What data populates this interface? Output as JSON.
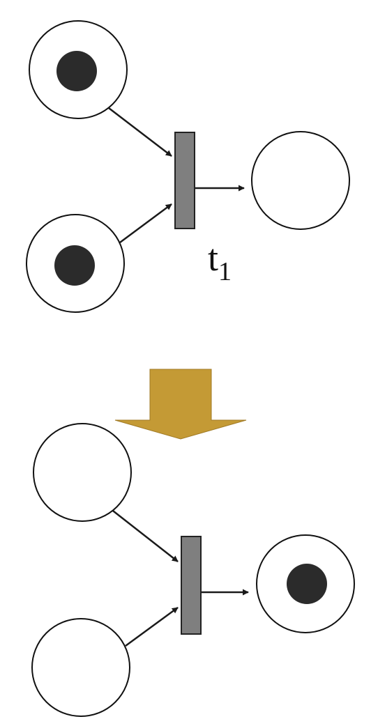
{
  "diagram": {
    "type": "petri-net-firing",
    "before": {
      "places": [
        {
          "id": "p1",
          "tokens": 1
        },
        {
          "id": "p2",
          "tokens": 1
        },
        {
          "id": "p3",
          "tokens": 0
        }
      ],
      "transition": {
        "id": "t1",
        "label": "t",
        "subscript": "1"
      }
    },
    "after": {
      "places": [
        {
          "id": "p1",
          "tokens": 0
        },
        {
          "id": "p2",
          "tokens": 0
        },
        {
          "id": "p3",
          "tokens": 1
        }
      ],
      "transition": {
        "id": "t1"
      }
    },
    "colors": {
      "place_stroke": "#111111",
      "place_fill": "#ffffff",
      "token": "#2b2b2b",
      "transition_fill": "#7f7f7f",
      "arc": "#1a1a1a",
      "firing_arrow": "#c49a35"
    }
  }
}
